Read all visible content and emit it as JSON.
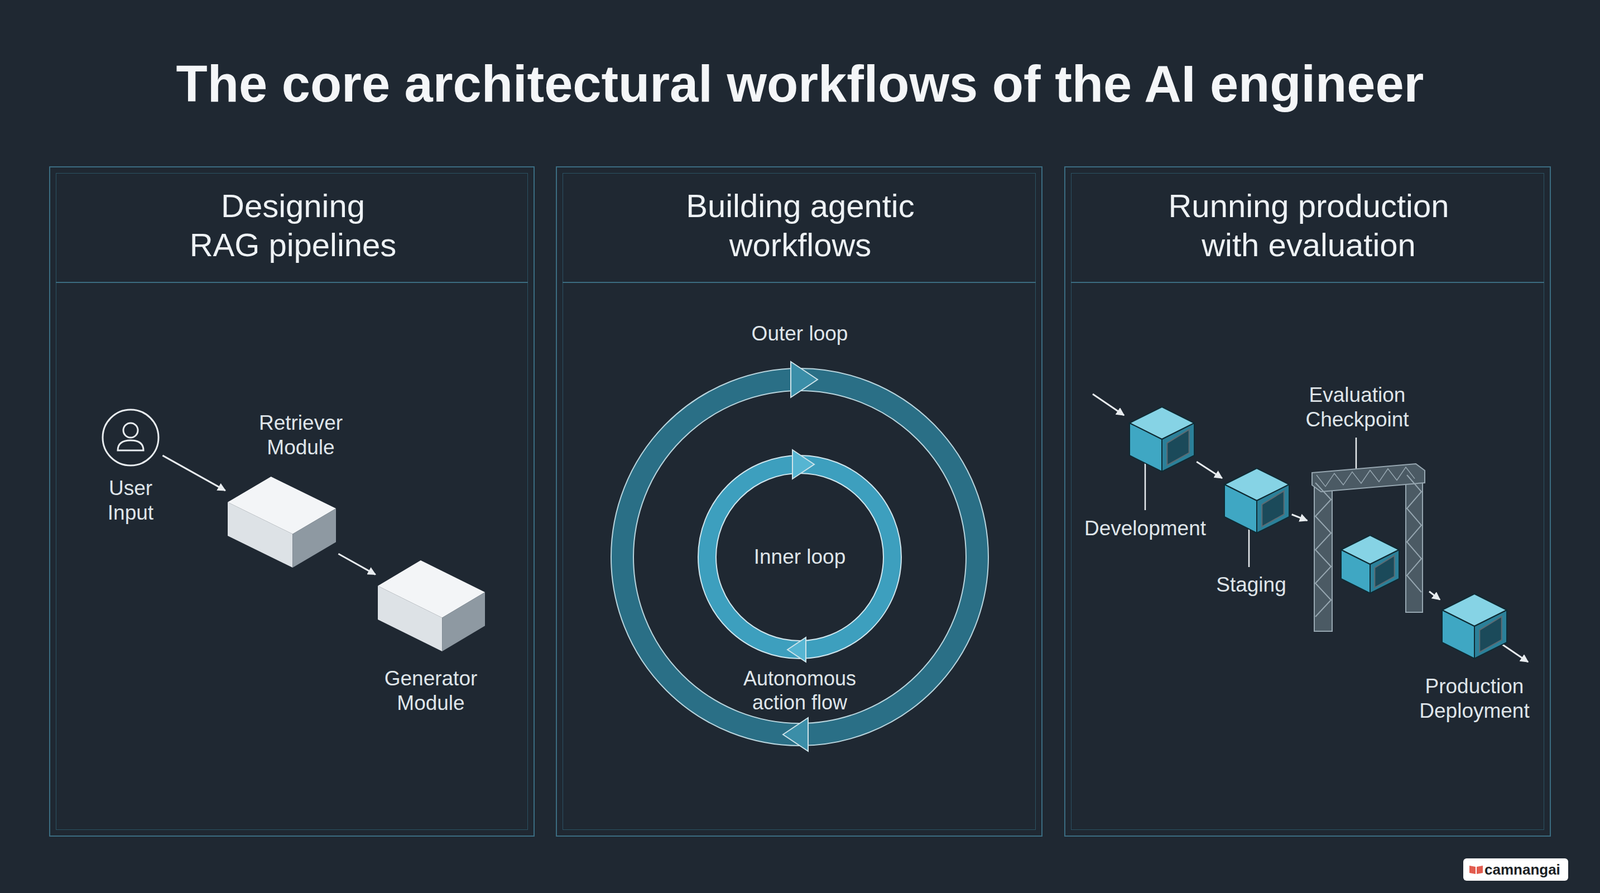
{
  "diagram": {
    "title": "The core architectural workflows of the AI engineer",
    "nodes": [
      {
        "text": [
          "Designing RAG pipelines"
        ]
      },
      {
        "text": [
          "User Input"
        ],
        "in": 0
      },
      {
        "text": [
          "Retriever Module"
        ],
        "in": 0
      },
      {
        "text": [
          "Generator Module"
        ],
        "in": 0
      },
      {
        "text": [
          "Building agentic workflows"
        ]
      },
      {
        "text": [
          "Outer loop",
          "Autonomous action flow"
        ],
        "in": 4
      },
      {
        "text": [
          "Inner loop"
        ],
        "in": 5
      },
      {
        "text": [
          "Running production with evaluation"
        ]
      },
      {
        "text": [
          "Development"
        ],
        "in": 7
      },
      {
        "text": [
          "Staging"
        ],
        "in": 7
      },
      {
        "text": [
          "Evaluation Checkpoint"
        ],
        "in": 7
      },
      {
        "text": [
          "Production Deployment"
        ],
        "in": 7
      }
    ],
    "edges": [
      {
        "from": 1,
        "to": 2,
        "arrow": "to"
      },
      {
        "from": 2,
        "to": 3,
        "arrow": "to"
      },
      {
        "from": 8,
        "to": 9,
        "arrow": "to"
      },
      {
        "from": 9,
        "to": 10,
        "arrow": "to"
      },
      {
        "from": 10,
        "to": 11,
        "arrow": "to"
      }
    ],
    "labels": [
      "camnangai"
    ]
  }
}
